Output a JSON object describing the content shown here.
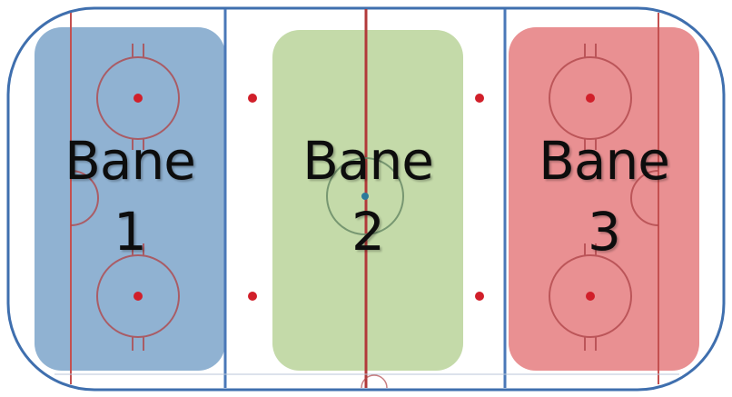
{
  "zones": [
    {
      "line1": "Bane",
      "line2": "1",
      "color": "#8aaed0"
    },
    {
      "line1": "Bane",
      "line2": "2",
      "color": "#c1d8a4"
    },
    {
      "line1": "Bane",
      "line2": "3",
      "color": "#e88a8c"
    }
  ],
  "colors": {
    "board": "#3f6fae",
    "blue_line": "#4a78b8",
    "red_line": "#b23a3a",
    "goal_line": "#c45050",
    "faceoff": "#c0494b",
    "dot": "#d11f2a",
    "center_dot": "#2a7a9a"
  }
}
